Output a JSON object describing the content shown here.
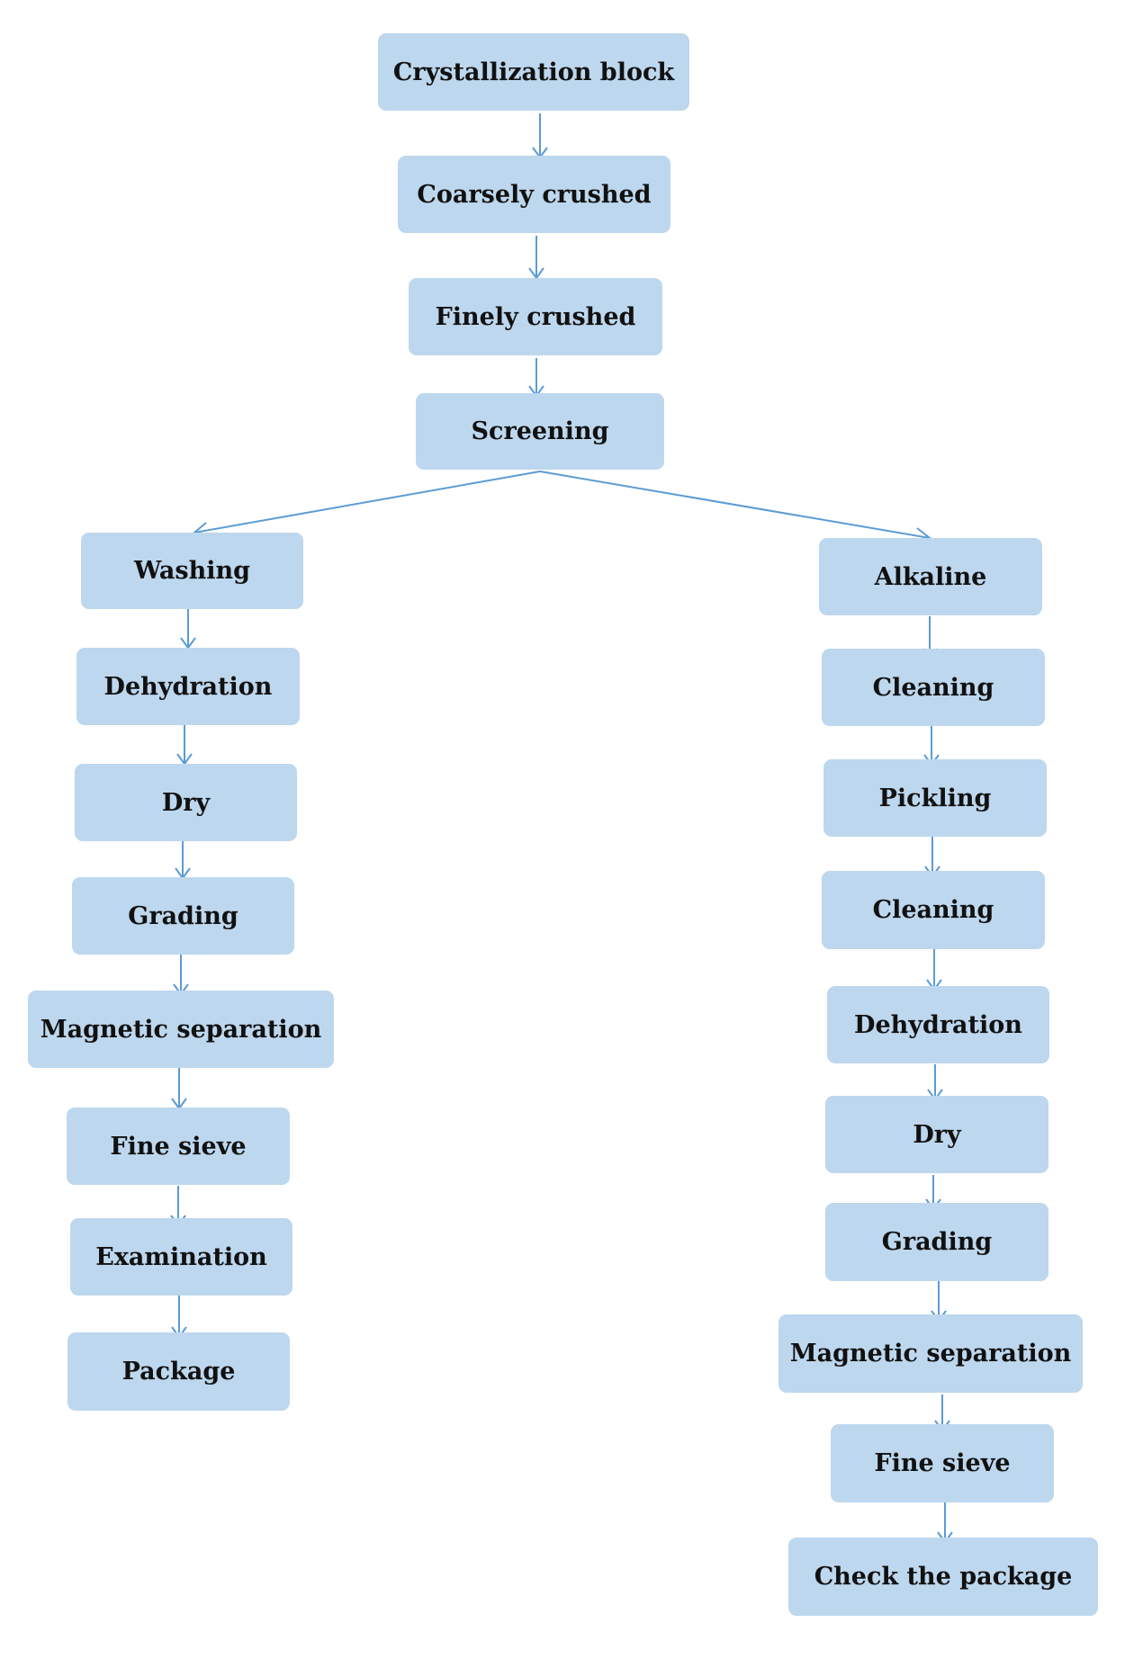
{
  "colors": {
    "node_fill": "#bdd7ee",
    "arrow": "#5b9bd5",
    "text": "#111111"
  },
  "main": [
    "Crystallization block",
    "Coarsely crushed",
    "Finely crushed",
    "Screening"
  ],
  "left_branch": [
    "Washing",
    "Dehydration",
    "Dry",
    "Grading",
    "Magnetic separation",
    "Fine sieve",
    "Examination",
    "Package"
  ],
  "right_branch": [
    "Alkaline",
    "Cleaning",
    "Pickling",
    "Cleaning",
    "Dehydration",
    "Dry",
    "Grading",
    "Magnetic separation",
    "Fine sieve",
    "Check the package"
  ]
}
